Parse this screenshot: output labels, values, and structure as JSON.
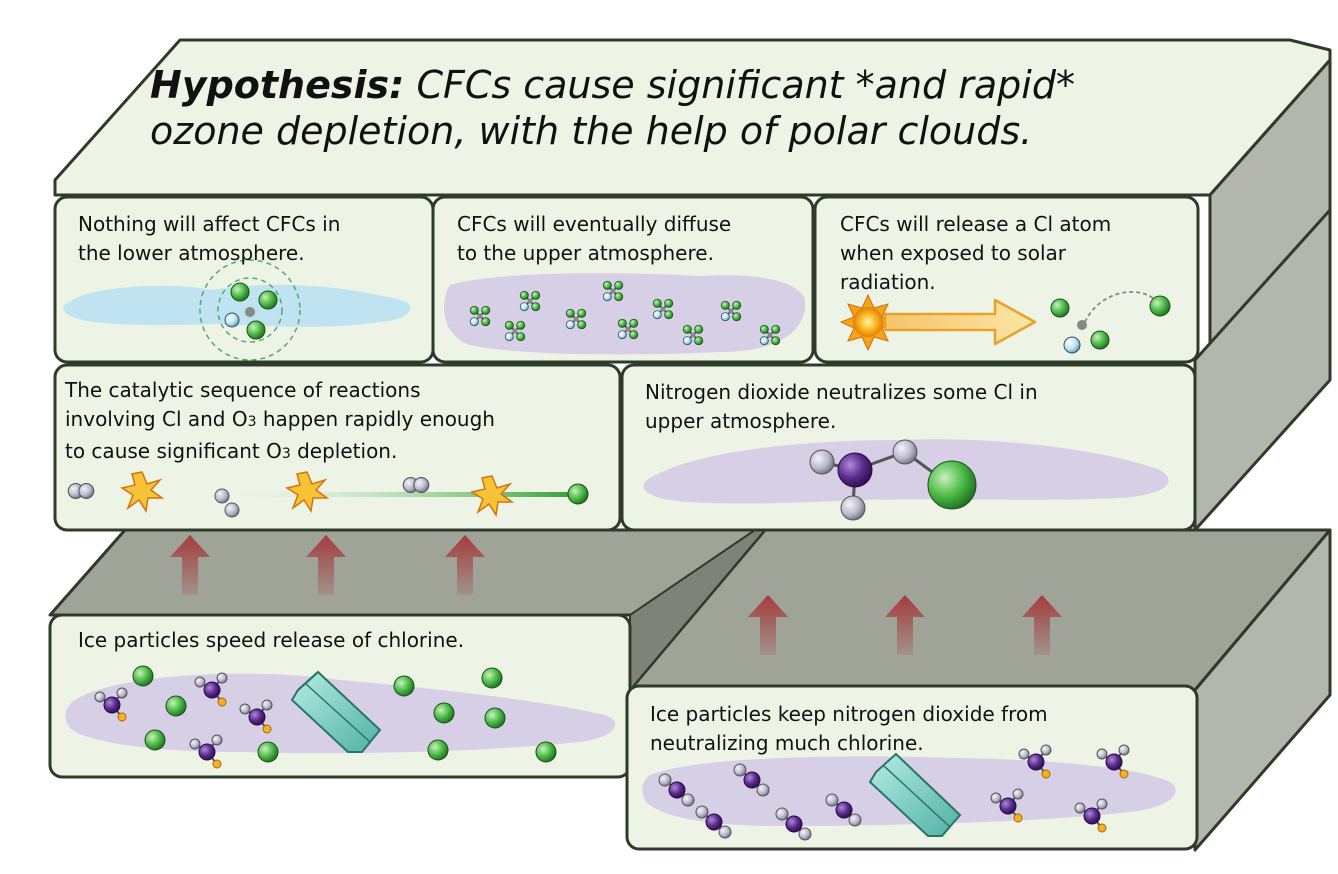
{
  "hypothesis": {
    "label": "Hypothesis:",
    "line1": "CFCs cause significant *and rapid*",
    "line2": "ozone depletion, with the help of polar clouds."
  },
  "tier1": {
    "box1": {
      "line1": "Nothing will affect CFCs in",
      "line2": "the lower atmosphere."
    },
    "box2": {
      "line1": "CFCs will eventually diffuse",
      "line2": "to the upper atmosphere."
    },
    "box3": {
      "line1": "CFCs will release a Cl atom",
      "line2": "when exposed to solar",
      "line3": "radiation."
    }
  },
  "tier2": {
    "box1": {
      "line1": "The catalytic sequence of reactions",
      "line2_pre": "involving Cl and O",
      "line2_sub": "3",
      "line2_post": " happen rapidly enough",
      "line3_pre": "to cause significant O",
      "line3_sub": "3",
      "line3_post": " depletion."
    },
    "box2": {
      "line1": "Nitrogen dioxide neutralizes some Cl in",
      "line2": "upper atmosphere."
    }
  },
  "tier3": {
    "box1": {
      "line1": "Ice particles speed release of chlorine."
    },
    "box2": {
      "line1": "Ice particles keep nitrogen dioxide from",
      "line2": "neutralizing much chlorine."
    }
  },
  "colors": {
    "box_fill": "#edf4e6",
    "box_stroke": "#2f3b2a",
    "slab_front": "#9fa398",
    "slab_side": "#b3b6ad",
    "slab_dark": "#7e8279",
    "cloud_blue": "#bfe3f0",
    "cloud_purple": "#d7cfe6",
    "chlorine_green": "#3fae3f",
    "nitrogen_purple": "#5a2a8a",
    "oxygen_grey": "#b5b5c8",
    "arrow_red": "#9b3a3a",
    "sun_orange": "#f3a018",
    "ice_teal": "#7fcfc3"
  }
}
